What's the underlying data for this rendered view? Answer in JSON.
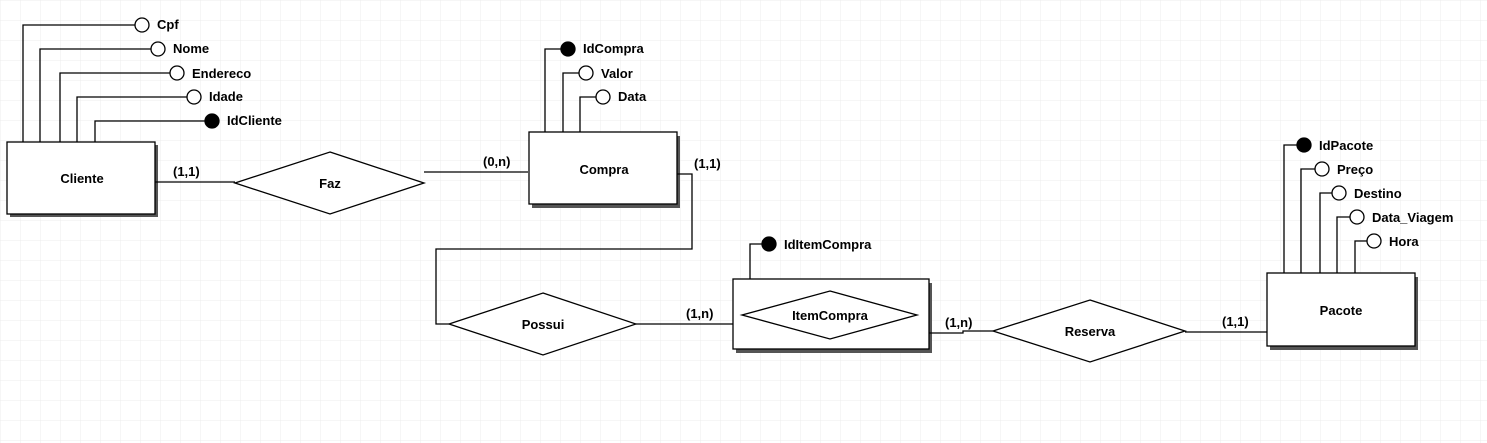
{
  "entities": {
    "cliente": "Cliente",
    "compra": "Compra",
    "pacote": "Pacote",
    "itemcompra": "ItemCompra"
  },
  "relationships": {
    "faz": "Faz",
    "possui": "Possui",
    "reserva": "Reserva"
  },
  "attributes": {
    "cliente": [
      "Cpf",
      "Nome",
      "Endereco",
      "Idade",
      "IdCliente"
    ],
    "compra": [
      "IdCompra",
      "Valor",
      "Data"
    ],
    "itemcompra": [
      "IdItemCompra"
    ],
    "pacote": [
      "IdPacote",
      "Preço",
      "Destino",
      "Data_Viagem",
      "Hora"
    ]
  },
  "identifiers": [
    "IdCliente",
    "IdCompra",
    "IdItemCompra",
    "IdPacote"
  ],
  "cardinalities": {
    "cliente_faz": "(1,1)",
    "compra_faz": "(0,n)",
    "compra_possui": "(1,1)",
    "item_possui": "(1,n)",
    "item_reserva": "(1,n)",
    "pacote_reserva": "(1,1)"
  },
  "colors": {
    "line": "#000000",
    "grid": "#ececec",
    "background": "#ffffff"
  }
}
